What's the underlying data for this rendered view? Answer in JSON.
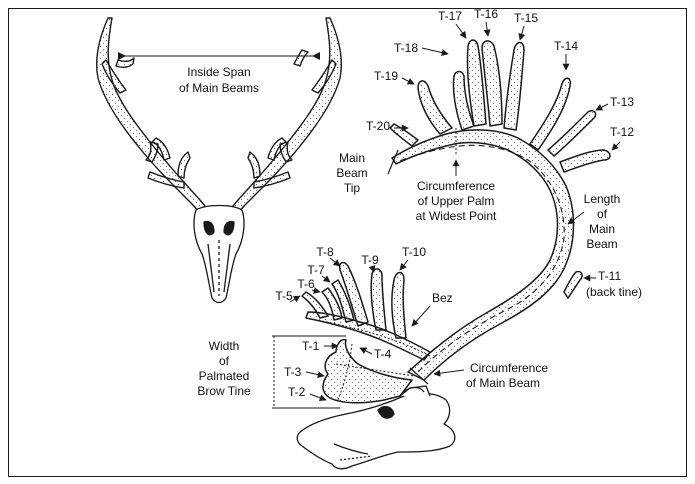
{
  "colors": {
    "line": "#1a1a1a",
    "dotted": "#333333",
    "background": "#ffffff"
  },
  "labels": {
    "inside_span": [
      "Inside Span",
      "of Main Beams"
    ],
    "main_beam_tip": [
      "Main",
      "Beam",
      "Tip"
    ],
    "circumference_upper_palm": [
      "Circumference",
      "of Upper Palm",
      "at Widest Point"
    ],
    "length_main_beam": [
      "Length",
      "of",
      "Main",
      "Beam"
    ],
    "width_brow_tine": [
      "Width",
      "of",
      "Palmated",
      "Brow Tine"
    ],
    "circumference_main_beam": [
      "Circumference",
      "of Main Beam"
    ],
    "bez": "Bez",
    "back_tine": "(back tine)"
  },
  "tines": {
    "t1": "T-1",
    "t2": "T-2",
    "t3": "T-3",
    "t4": "T-4",
    "t5": "T-5",
    "t6": "T-6",
    "t7": "T-7",
    "t8": "T-8",
    "t9": "T-9",
    "t10": "T-10",
    "t11": "T-11",
    "t12": "T-12",
    "t13": "T-13",
    "t14": "T-14",
    "t15": "T-15",
    "t16": "T-16",
    "t17": "T-17",
    "t18": "T-18",
    "t19": "T-19",
    "t20": "T-20"
  }
}
